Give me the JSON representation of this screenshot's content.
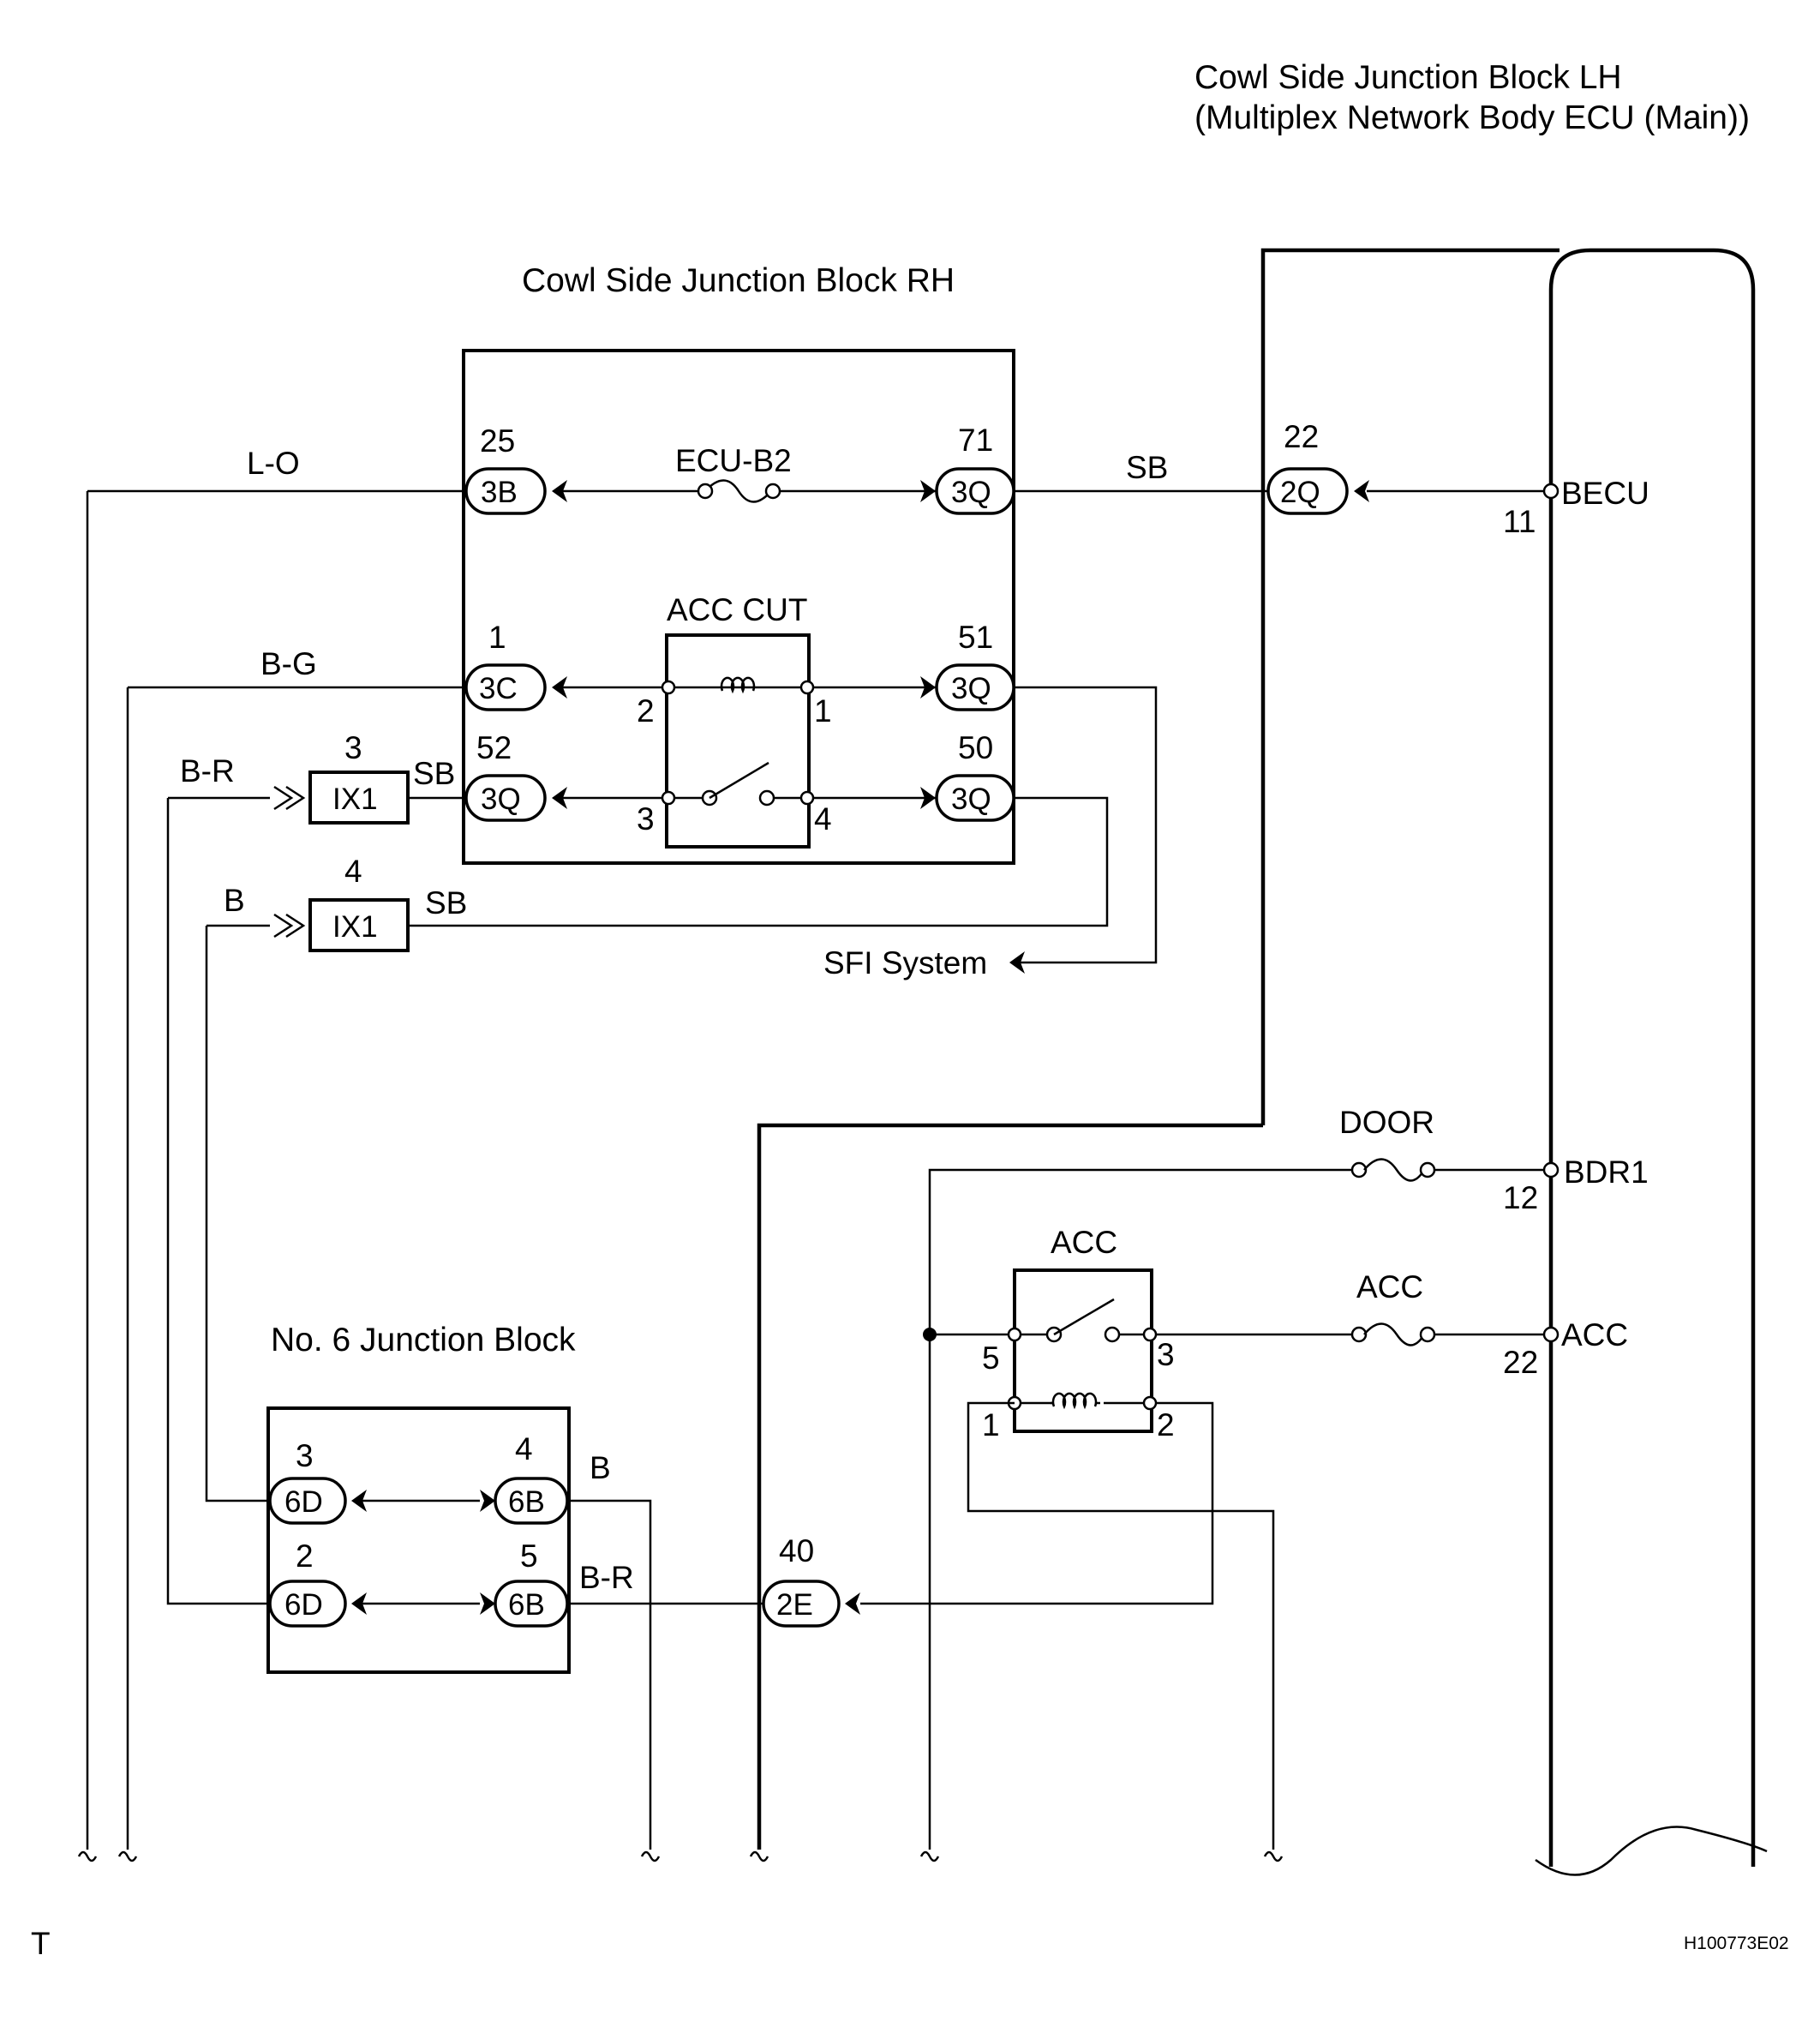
{
  "titles": {
    "lh_line1": "Cowl Side Junction Block LH",
    "lh_line2": "(Multiplex Network Body ECU (Main))",
    "rh": "Cowl Side Junction Block RH",
    "jb6": "No. 6 Junction Block"
  },
  "components": {
    "ecu_b2": "ECU-B2",
    "acc_cut": "ACC CUT",
    "acc_relay": "ACC",
    "door_fuse": "DOOR",
    "acc_fuse": "ACC",
    "sfi": "SFI System"
  },
  "wires": {
    "l_o": "L-O",
    "b_g": "B-G",
    "b_r_top": "B-R",
    "b_top": "B",
    "sb_1": "SB",
    "sb_2": "SB",
    "sb_3": "SB",
    "b_jb": "B",
    "b_r_jb": "B-R"
  },
  "connectors": {
    "c25": {
      "pin": "25",
      "code": "3B"
    },
    "c71": {
      "pin": "71",
      "code": "3Q"
    },
    "c22": {
      "pin": "22",
      "code": "2Q"
    },
    "c1": {
      "pin": "1",
      "code": "3C"
    },
    "c51": {
      "pin": "51",
      "code": "3Q"
    },
    "c52": {
      "pin": "52",
      "code": "3Q"
    },
    "c50": {
      "pin": "50",
      "code": "3Q"
    },
    "ix1a": {
      "pin": "3",
      "code": "IX1"
    },
    "ix1b": {
      "pin": "4",
      "code": "IX1"
    },
    "j6d3": {
      "pin": "3",
      "code": "6D"
    },
    "j6b4": {
      "pin": "4",
      "code": "6B"
    },
    "j6d2": {
      "pin": "2",
      "code": "6D"
    },
    "j6b5": {
      "pin": "5",
      "code": "6B"
    },
    "c40": {
      "pin": "40",
      "code": "2E"
    }
  },
  "relay_pins": {
    "acccut_2": "2",
    "acccut_1": "1",
    "acccut_3": "3",
    "acccut_4": "4",
    "acc_5": "5",
    "acc_3": "3",
    "acc_1": "1",
    "acc_2": "2"
  },
  "ecu_terminals": {
    "becu": {
      "name": "BECU",
      "pin": "11"
    },
    "bdr1": {
      "name": "BDR1",
      "pin": "12"
    },
    "acc": {
      "name": "ACC",
      "pin": "22"
    }
  },
  "footer": {
    "left": "T",
    "code": "H100773E02"
  }
}
